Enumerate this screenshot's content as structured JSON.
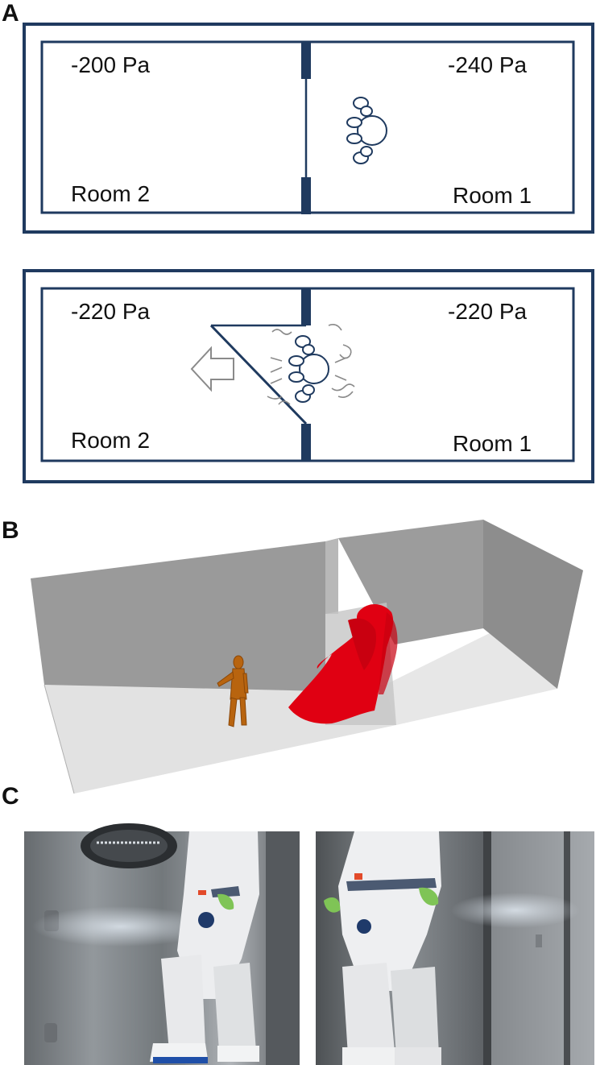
{
  "panels": {
    "a": {
      "letter": "A"
    },
    "b": {
      "letter": "B"
    },
    "c": {
      "letter": "C"
    }
  },
  "diagram_top": {
    "left_pressure": "-200 Pa",
    "right_pressure": "-240 Pa",
    "left_room": "Room 2",
    "right_room": "Room 1"
  },
  "diagram_bottom": {
    "left_pressure": "-220 Pa",
    "right_pressure": "-220 Pa",
    "left_room": "Room 2",
    "right_room": "Room 1"
  },
  "colors": {
    "wall": "#1f3a5f",
    "smoke_plume": "#e00012",
    "mannequin": "#b8640f",
    "arrow_gray": "#8a8a8a",
    "room_wall_gray": "#9a9a9a",
    "floor_gray": "#e3e3e3"
  },
  "icons": [
    "person-top-view-icon",
    "movement-arrow-icon",
    "air-swirl-icon"
  ]
}
